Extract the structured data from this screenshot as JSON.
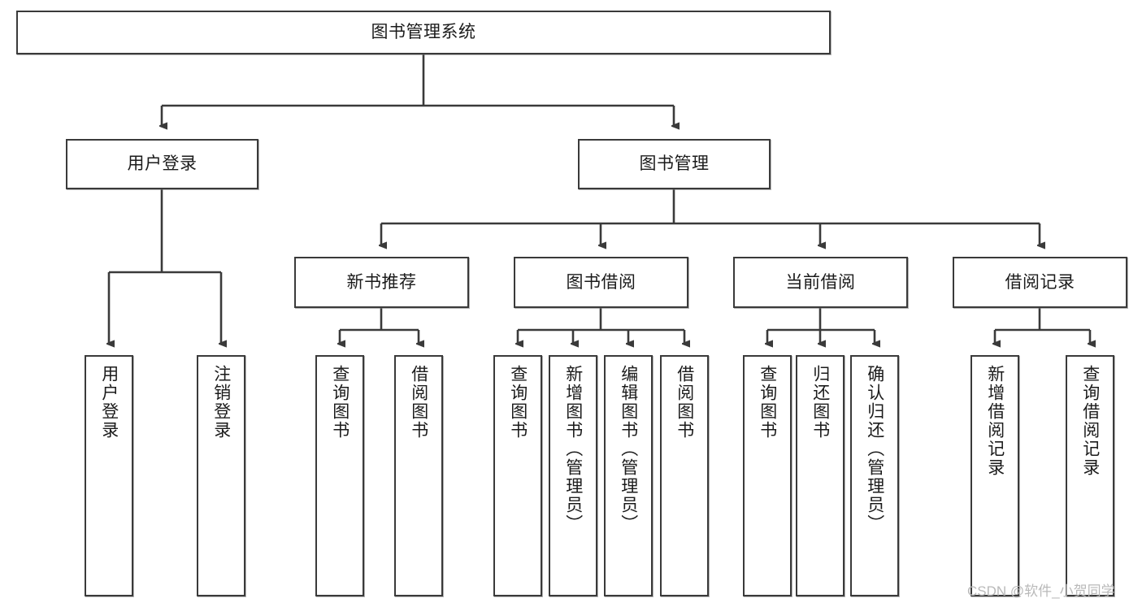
{
  "diagram": {
    "title_box": {
      "label": "图书管理系统"
    },
    "level2": [
      {
        "id": "user-login",
        "label": "用户登录"
      },
      {
        "id": "book-management",
        "label": "图书管理"
      }
    ],
    "level3": [
      {
        "id": "new-book-recommend",
        "label": "新书推荐"
      },
      {
        "id": "book-borrow",
        "label": "图书借阅"
      },
      {
        "id": "current-borrow",
        "label": "当前借阅"
      },
      {
        "id": "borrow-record",
        "label": "借阅记录"
      }
    ],
    "leaves": [
      {
        "id": "leaf-user-login",
        "label": "用户登录"
      },
      {
        "id": "leaf-logout-login",
        "label": "注销登录"
      },
      {
        "id": "leaf-query-book-1",
        "label": "查询图书"
      },
      {
        "id": "leaf-borrow-book-1",
        "label": "借阅图书"
      },
      {
        "id": "leaf-query-book-2",
        "label": "查询图书"
      },
      {
        "id": "leaf-add-book",
        "label": "新增图书（管理员）"
      },
      {
        "id": "leaf-edit-book",
        "label": "编辑图书（管理员）"
      },
      {
        "id": "leaf-borrow-book-2",
        "label": "借阅图书"
      },
      {
        "id": "leaf-query-book-3",
        "label": "查询图书"
      },
      {
        "id": "leaf-return-book",
        "label": "归还图书"
      },
      {
        "id": "leaf-confirm-return",
        "label": "确认归还（管理员）"
      },
      {
        "id": "leaf-add-borrow-record",
        "label": "新增借阅记录"
      },
      {
        "id": "leaf-query-borrow-record",
        "label": "查询借阅记录"
      }
    ]
  },
  "watermark": {
    "text": "CSDN @软件_小贺同学"
  },
  "colors": {
    "border": "#3a3a3a",
    "text": "#1b1b1b",
    "background": "#ffffff",
    "watermark": "#b9b9b9"
  }
}
